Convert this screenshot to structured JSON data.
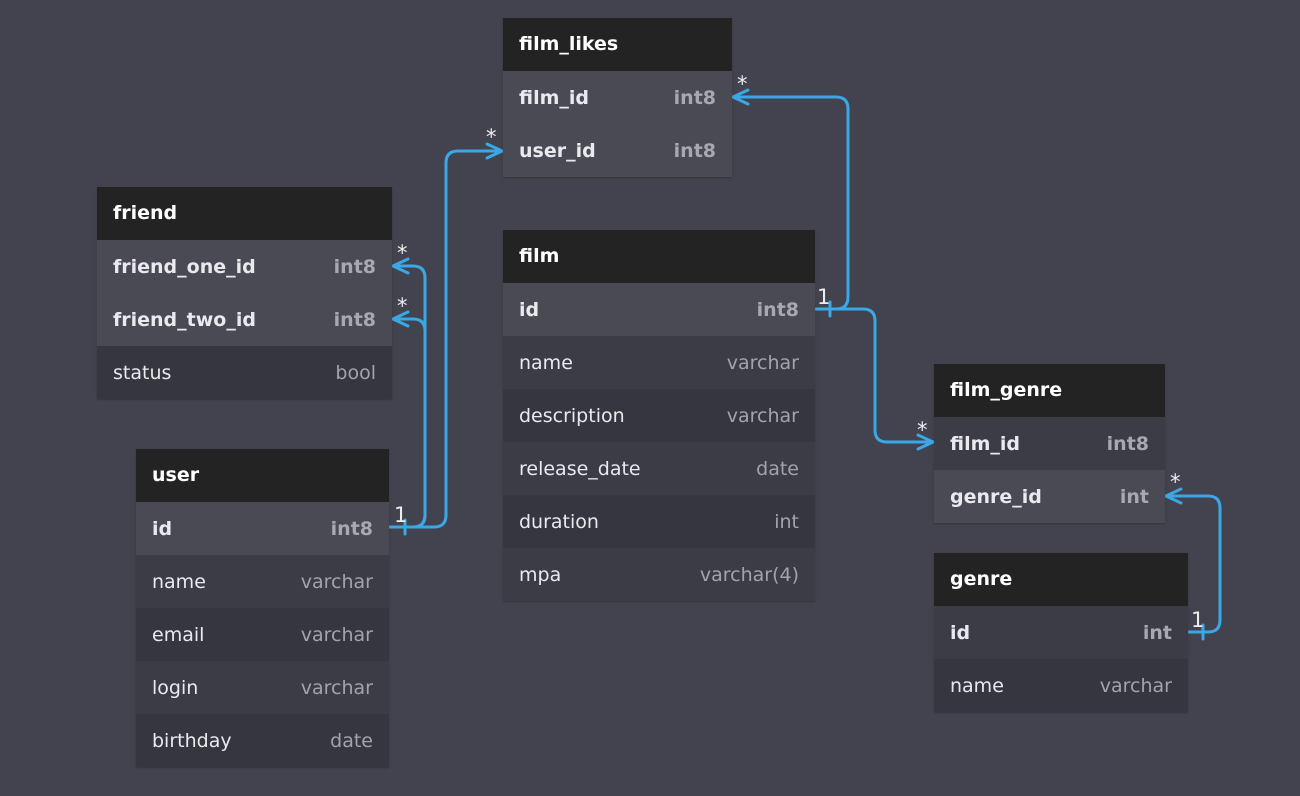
{
  "colors": {
    "background": "#43434f",
    "header": "#232323",
    "link": "#3ba7e4"
  },
  "tables": {
    "film_likes": {
      "name": "film_likes",
      "fields": [
        {
          "name": "film_id",
          "type": "int8"
        },
        {
          "name": "user_id",
          "type": "int8"
        }
      ]
    },
    "friend": {
      "name": "friend",
      "fields": [
        {
          "name": "friend_one_id",
          "type": "int8"
        },
        {
          "name": "friend_two_id",
          "type": "int8"
        },
        {
          "name": "status",
          "type": "bool"
        }
      ]
    },
    "film": {
      "name": "film",
      "fields": [
        {
          "name": "id",
          "type": "int8"
        },
        {
          "name": "name",
          "type": "varchar"
        },
        {
          "name": "description",
          "type": "varchar"
        },
        {
          "name": "release_date",
          "type": "date"
        },
        {
          "name": "duration",
          "type": "int"
        },
        {
          "name": "mpa",
          "type": "varchar(4)"
        }
      ]
    },
    "user": {
      "name": "user",
      "fields": [
        {
          "name": "id",
          "type": "int8"
        },
        {
          "name": "name",
          "type": "varchar"
        },
        {
          "name": "email",
          "type": "varchar"
        },
        {
          "name": "login",
          "type": "varchar"
        },
        {
          "name": "birthday",
          "type": "date"
        }
      ]
    },
    "film_genre": {
      "name": "film_genre",
      "fields": [
        {
          "name": "film_id",
          "type": "int8"
        },
        {
          "name": "genre_id",
          "type": "int"
        }
      ]
    },
    "genre": {
      "name": "genre",
      "fields": [
        {
          "name": "id",
          "type": "int"
        },
        {
          "name": "name",
          "type": "varchar"
        }
      ]
    }
  },
  "relations": [
    {
      "from": "film_likes.film_id",
      "to": "film.id",
      "from_card": "*",
      "to_card": "1"
    },
    {
      "from": "film_likes.user_id",
      "to": "user.id",
      "from_card": "*",
      "to_card": "1"
    },
    {
      "from": "friend.friend_one_id",
      "to": "user.id",
      "from_card": "*",
      "to_card": "1"
    },
    {
      "from": "friend.friend_two_id",
      "to": "user.id",
      "from_card": "*",
      "to_card": "1"
    },
    {
      "from": "film_genre.film_id",
      "to": "film.id",
      "from_card": "*",
      "to_card": "1"
    },
    {
      "from": "film_genre.genre_id",
      "to": "genre.id",
      "from_card": "*",
      "to_card": "1"
    }
  ]
}
